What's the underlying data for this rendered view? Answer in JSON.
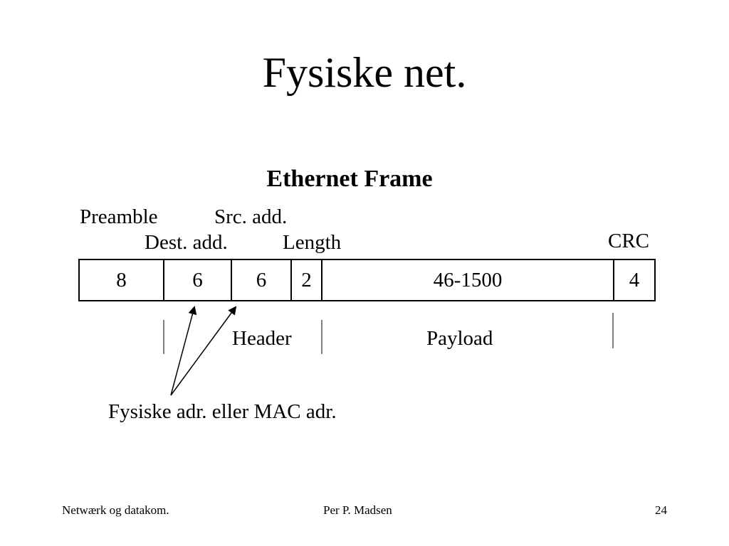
{
  "slide": {
    "title": "Fysiske net.",
    "subtitle": "Ethernet Frame"
  },
  "labels": {
    "preamble": "Preamble",
    "src_add": "Src. add.",
    "dest_add": "Dest. add.",
    "length": "Length",
    "crc": "CRC",
    "header": "Header",
    "payload": "Payload",
    "mac_note": "Fysiske adr. eller MAC adr."
  },
  "frame": {
    "fields": [
      {
        "id": "preamble",
        "value": "8"
      },
      {
        "id": "dest",
        "value": "6"
      },
      {
        "id": "src",
        "value": "6"
      },
      {
        "id": "length",
        "value": "2"
      },
      {
        "id": "payload",
        "value": "46-1500"
      },
      {
        "id": "crc",
        "value": "4"
      }
    ]
  },
  "footer": {
    "left": "Netwærk og datakom.",
    "center": "Per P. Madsen",
    "page": "24"
  }
}
